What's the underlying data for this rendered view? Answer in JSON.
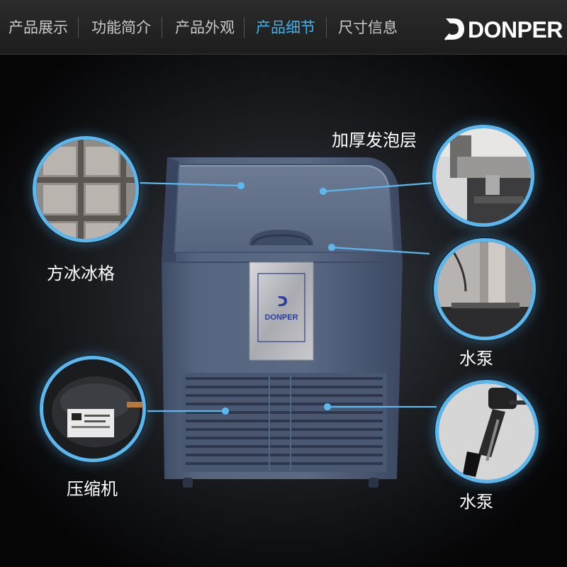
{
  "nav": {
    "tabs": [
      {
        "label": "产品展示",
        "active": false
      },
      {
        "label": "功能简介",
        "active": false
      },
      {
        "label": "产品外观",
        "active": false
      },
      {
        "label": "产品细节",
        "active": true
      },
      {
        "label": "尺寸信息",
        "active": false
      }
    ],
    "active_color": "#3fb4ea"
  },
  "brand": {
    "logo_text": "DONPER"
  },
  "product": {
    "panel_brand": "DONPER"
  },
  "callouts": {
    "foam_layer": "加厚发泡层",
    "ice_grid": "方冰冰格",
    "water_pump_upper": "水泵",
    "compressor": "压缩机",
    "water_pump_lower": "水泵"
  },
  "colors": {
    "ring": "#5ab8ee",
    "machine_body": "#51607c"
  }
}
